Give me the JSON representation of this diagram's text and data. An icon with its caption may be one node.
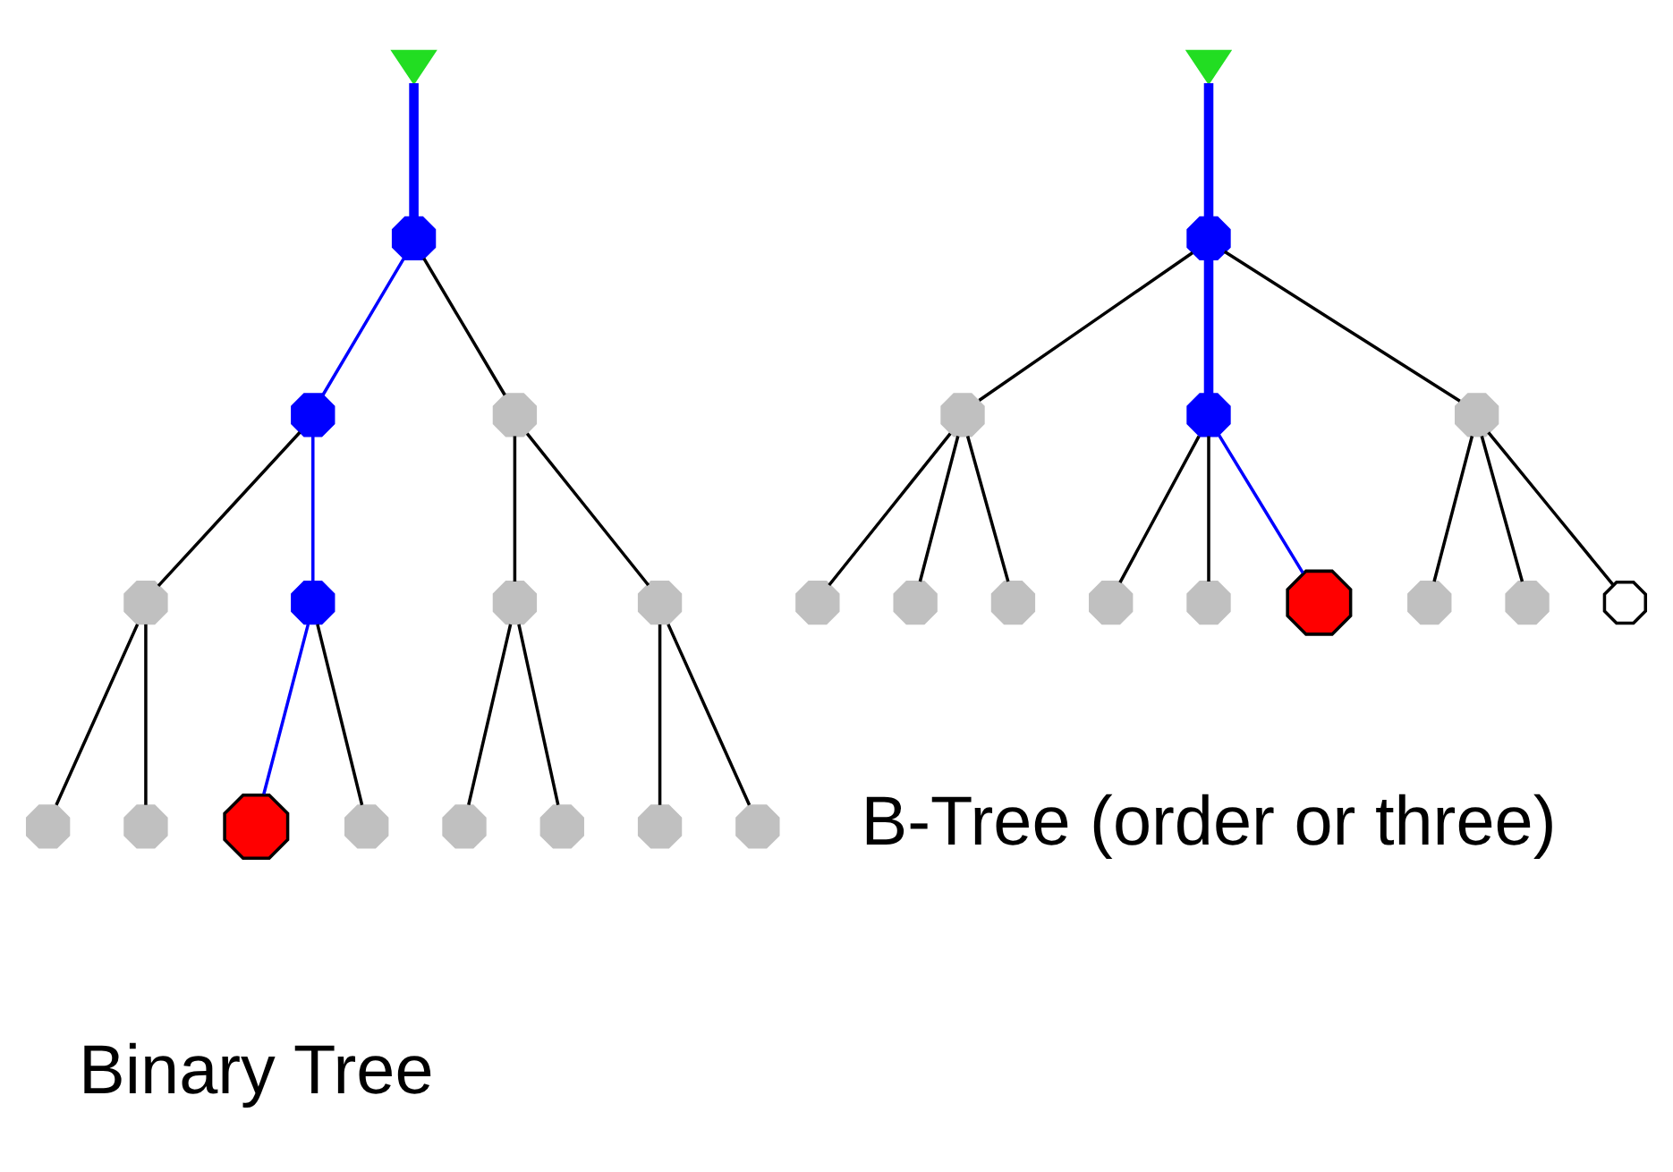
{
  "diagram": {
    "nodes": [
      {
        "text": [],
        "shape": "triangle"
      },
      {
        "text": [],
        "shape": "octagon"
      },
      {
        "text": [],
        "shape": "octagon"
      },
      {
        "text": [],
        "shape": "octagon"
      },
      {
        "text": [],
        "shape": "octagon"
      },
      {
        "text": [],
        "shape": "octagon"
      },
      {
        "text": [],
        "shape": "octagon"
      },
      {
        "text": [],
        "shape": "octagon"
      },
      {
        "text": [],
        "shape": "octagon"
      },
      {
        "text": [],
        "shape": "octagon"
      },
      {
        "text": [],
        "shape": "octagon"
      },
      {
        "text": [],
        "shape": "octagon"
      },
      {
        "text": [],
        "shape": "octagon"
      },
      {
        "text": [],
        "shape": "octagon"
      },
      {
        "text": [],
        "shape": "octagon"
      },
      {
        "text": [],
        "shape": "octagon"
      },
      {
        "text": [],
        "shape": "triangle"
      },
      {
        "text": [],
        "shape": "octagon"
      },
      {
        "text": [],
        "shape": "octagon"
      },
      {
        "text": [],
        "shape": "octagon"
      },
      {
        "text": [],
        "shape": "octagon"
      },
      {
        "text": [],
        "shape": "octagon"
      },
      {
        "text": [],
        "shape": "octagon"
      },
      {
        "text": [],
        "shape": "octagon"
      },
      {
        "text": [],
        "shape": "octagon"
      },
      {
        "text": [],
        "shape": "octagon"
      },
      {
        "text": [],
        "shape": "octagon"
      },
      {
        "text": [],
        "shape": "octagon"
      },
      {
        "text": [],
        "shape": "octagon"
      },
      {
        "text": [],
        "shape": "octagon"
      }
    ],
    "edges": [
      {
        "from": 0,
        "to": 1,
        "arrow": "none",
        "style": "thick",
        "color": "#0000ff"
      },
      {
        "from": 1,
        "to": 2,
        "arrow": "none",
        "color": "#0000ff"
      },
      {
        "from": 1,
        "to": 3,
        "arrow": "none"
      },
      {
        "from": 2,
        "to": 4,
        "arrow": "none"
      },
      {
        "from": 2,
        "to": 5,
        "arrow": "none",
        "color": "#0000ff"
      },
      {
        "from": 3,
        "to": 6,
        "arrow": "none"
      },
      {
        "from": 3,
        "to": 7,
        "arrow": "none"
      },
      {
        "from": 4,
        "to": 8,
        "arrow": "none"
      },
      {
        "from": 4,
        "to": 9,
        "arrow": "none"
      },
      {
        "from": 5,
        "to": 10,
        "arrow": "none",
        "color": "#0000ff"
      },
      {
        "from": 5,
        "to": 11,
        "arrow": "none"
      },
      {
        "from": 6,
        "to": 12,
        "arrow": "none"
      },
      {
        "from": 6,
        "to": 13,
        "arrow": "none"
      },
      {
        "from": 7,
        "to": 14,
        "arrow": "none"
      },
      {
        "from": 7,
        "to": 15,
        "arrow": "none"
      },
      {
        "from": 16,
        "to": 17,
        "arrow": "none",
        "style": "thick",
        "color": "#0000ff"
      },
      {
        "from": 17,
        "to": 18,
        "arrow": "none"
      },
      {
        "from": 17,
        "to": 19,
        "arrow": "none",
        "style": "thick",
        "color": "#0000ff"
      },
      {
        "from": 17,
        "to": 20,
        "arrow": "none"
      },
      {
        "from": 18,
        "to": 21,
        "arrow": "none"
      },
      {
        "from": 18,
        "to": 22,
        "arrow": "none"
      },
      {
        "from": 18,
        "to": 23,
        "arrow": "none"
      },
      {
        "from": 19,
        "to": 24,
        "arrow": "none"
      },
      {
        "from": 19,
        "to": 25,
        "arrow": "none"
      },
      {
        "from": 19,
        "to": 26,
        "arrow": "none",
        "color": "#0000ff"
      },
      {
        "from": 20,
        "to": 27,
        "arrow": "none"
      },
      {
        "from": 20,
        "to": 28,
        "arrow": "none"
      },
      {
        "from": 20,
        "to": 29,
        "arrow": "none"
      }
    ],
    "labels": [
      "Binary Tree",
      "B-Tree (order or three)"
    ]
  }
}
